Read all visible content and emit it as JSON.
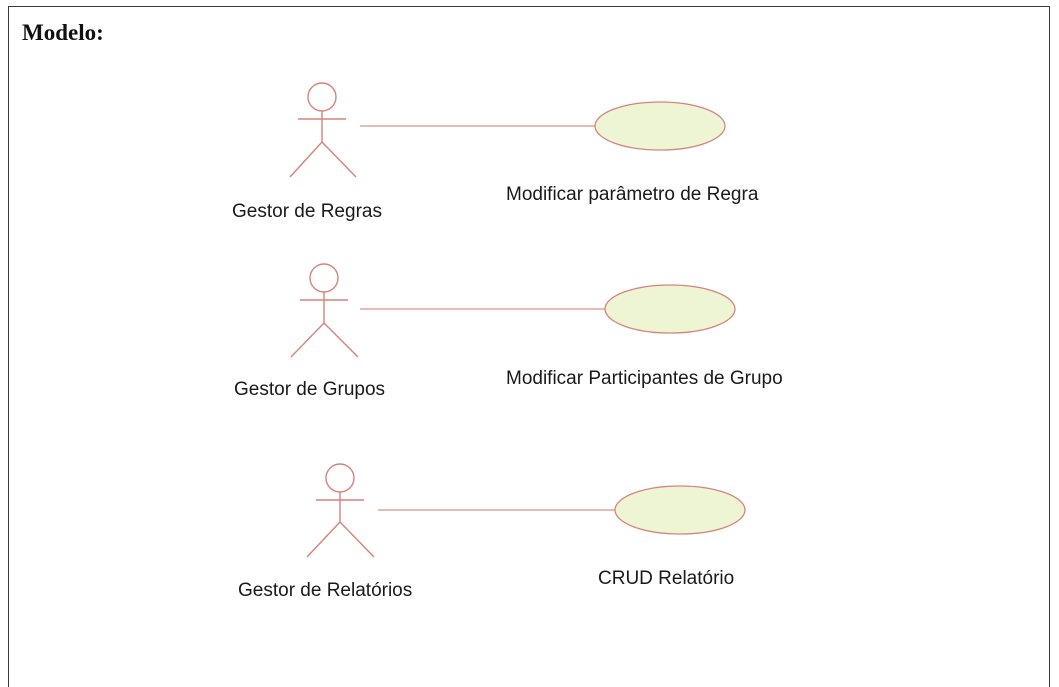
{
  "title": "Modelo:",
  "rows": [
    {
      "actor": "Gestor de Regras",
      "use_case": "Modificar parâmetro de Regra"
    },
    {
      "actor": "Gestor de Grupos",
      "use_case": "Modificar Participantes de Grupo"
    },
    {
      "actor": "Gestor de Relatórios",
      "use_case": "CRUD Relatório"
    }
  ],
  "colors": {
    "actor_line": "#d7837a",
    "use_case_fill": "#eef5d5"
  }
}
